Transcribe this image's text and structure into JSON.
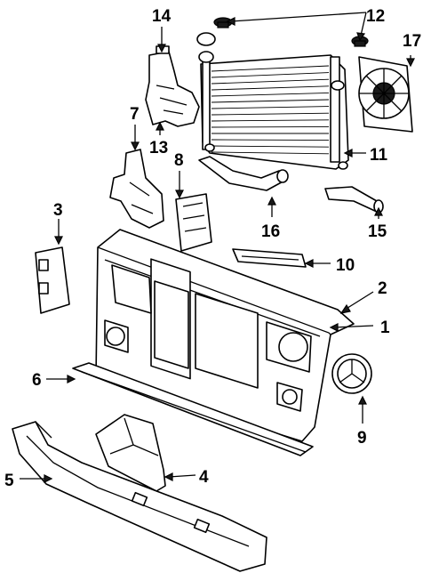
{
  "callouts": [
    {
      "id": "c1",
      "text": "1"
    },
    {
      "id": "c2",
      "text": "2"
    },
    {
      "id": "c3",
      "text": "3"
    },
    {
      "id": "c4",
      "text": "4"
    },
    {
      "id": "c5",
      "text": "5"
    },
    {
      "id": "c6",
      "text": "6"
    },
    {
      "id": "c7",
      "text": "7"
    },
    {
      "id": "c8",
      "text": "8"
    },
    {
      "id": "c9",
      "text": "9"
    },
    {
      "id": "c10",
      "text": "10"
    },
    {
      "id": "c11",
      "text": "11"
    },
    {
      "id": "c12",
      "text": "12"
    },
    {
      "id": "c13",
      "text": "13"
    },
    {
      "id": "c14",
      "text": "14"
    },
    {
      "id": "c15",
      "text": "15"
    },
    {
      "id": "c16",
      "text": "16"
    },
    {
      "id": "c17",
      "text": "17"
    }
  ]
}
